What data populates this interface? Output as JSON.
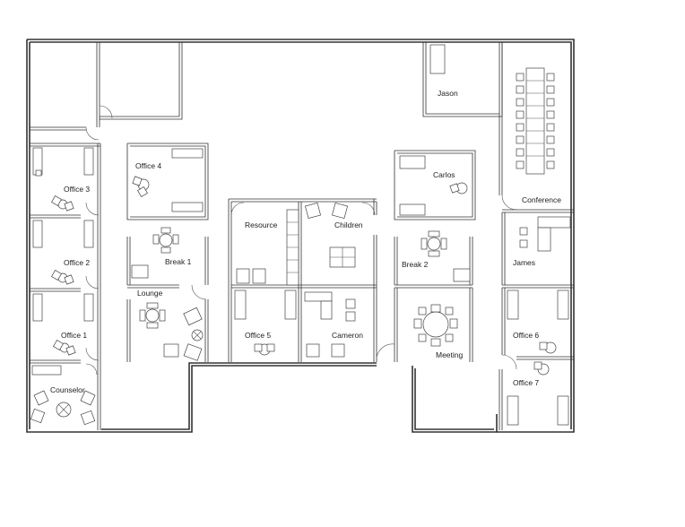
{
  "rooms": {
    "jason": "Jason",
    "conference": "Conference",
    "office4": "Office 4",
    "office3": "Office 3",
    "office2": "Office 2",
    "office1": "Office 1",
    "break1": "Break 1",
    "lounge": "Lounge",
    "counselor": "Counselor",
    "resource": "Resource",
    "children": "Children",
    "office5": "Office 5",
    "cameron": "Cameron",
    "carlos": "Carlos",
    "break2": "Break 2",
    "meeting": "Meeting",
    "james": "James",
    "office6": "Office 6",
    "office7": "Office 7"
  }
}
